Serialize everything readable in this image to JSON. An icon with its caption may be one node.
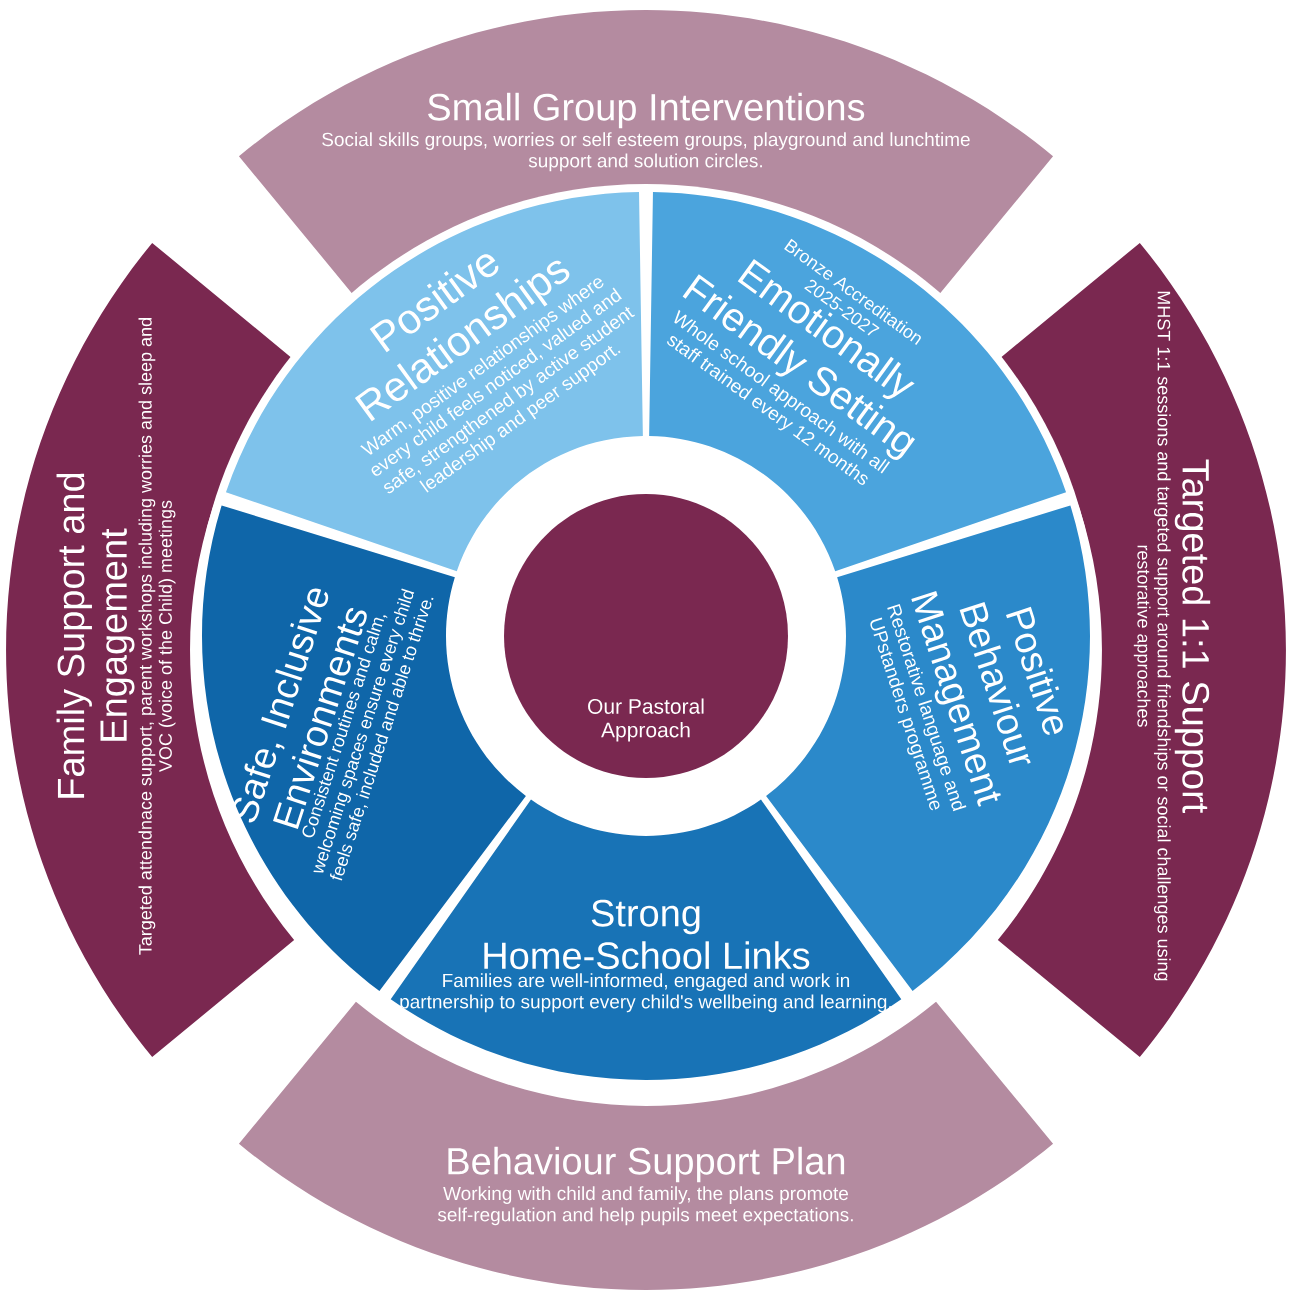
{
  "diagram": {
    "nodes": [
      {
        "text": [
          "Small Group Interventions",
          "Social skills groups, worries or self esteem groups, playground and lunchtime support and solution circles."
        ]
      },
      {
        "text": [
          "Targeted 1:1 Support",
          "MHST 1:1 sessions and targeted support around friendships or social challenges using restorative approaches"
        ]
      },
      {
        "text": [
          "Behaviour Support Plan",
          "Working with child and family, the plans promote self-regulation and help pupils meet expectations."
        ]
      },
      {
        "text": [
          "Family Support and Engagement",
          "Targeted attendnace support, parent workshops including worries and sleep and VOC (voice of the Child) meetings"
        ]
      },
      {
        "text": [
          "Positive Relationships",
          "Warm, positive relationships where every child feels noticed, valued and safe, strengthened by active student leadership and peer support."
        ]
      },
      {
        "text": [
          "Bronze Accreditation 2025-2027",
          "Emotionally Friendly Setting",
          "Whole school approach with all staff trained every 12 months"
        ]
      },
      {
        "text": [
          "Positive Behaviour Management",
          "Restorative language and UPstanders programme"
        ]
      },
      {
        "text": [
          "Strong Home-School Links",
          "Families are well-informed, engaged and work in partnership to support every child's wellbeing and learning."
        ]
      },
      {
        "text": [
          "Safe, Inclusive Environments",
          "Consistent routines and calm, welcoming spaces ensure every child feels safe, included and able to thrive."
        ]
      },
      {
        "text": [
          "Our Pastoral Approach"
        ]
      }
    ]
  }
}
